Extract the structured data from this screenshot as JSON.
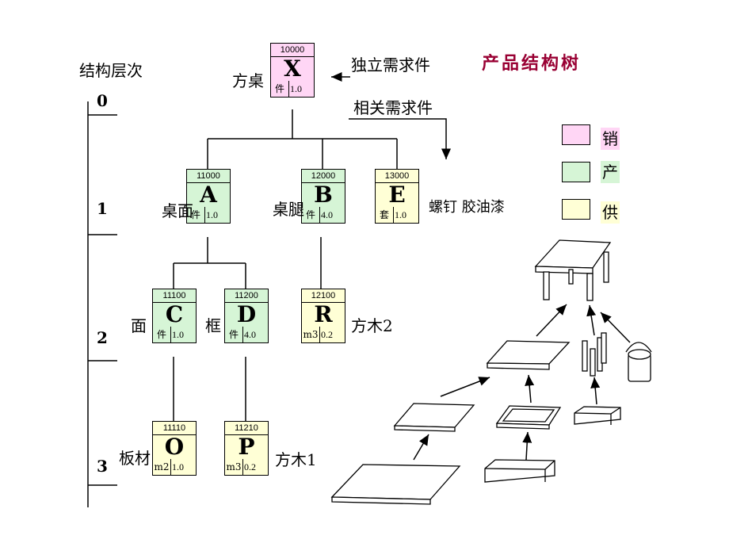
{
  "title": "产品结构树",
  "hierarchy_label": "结构层次",
  "levels": [
    "0",
    "1",
    "2",
    "3"
  ],
  "independent_demand": "独立需求件",
  "dependent_demand": "相关需求件",
  "legend": [
    {
      "label": "销",
      "color": "#ffd6f5"
    },
    {
      "label": "产",
      "color": "#d6f5d6"
    },
    {
      "label": "供",
      "color": "#ffffd6"
    }
  ],
  "nodes": {
    "X": {
      "code": "10000",
      "letter": "X",
      "unit": "件",
      "qty": "1.0",
      "name": "方桌"
    },
    "A": {
      "code": "11000",
      "letter": "A",
      "unit": "件",
      "qty": "1.0",
      "name": "桌面"
    },
    "B": {
      "code": "12000",
      "letter": "B",
      "unit": "件",
      "qty": "4.0",
      "name": "桌腿"
    },
    "E": {
      "code": "13000",
      "letter": "E",
      "unit": "套",
      "qty": "1.0",
      "name": "螺钉 胶油漆"
    },
    "C": {
      "code": "11100",
      "letter": "C",
      "unit": "件",
      "qty": "1.0",
      "name": "面"
    },
    "D": {
      "code": "11200",
      "letter": "D",
      "unit": "件",
      "qty": "4.0",
      "name": "框"
    },
    "R": {
      "code": "12100",
      "letter": "R",
      "unit": "m3",
      "qty": "0.2",
      "name": "方木2"
    },
    "O": {
      "code": "11110",
      "letter": "O",
      "unit": "m2",
      "qty": "1.0",
      "name": "板材"
    },
    "P": {
      "code": "11210",
      "letter": "P",
      "unit": "m3",
      "qty": "0.2",
      "name": "方木1"
    }
  }
}
